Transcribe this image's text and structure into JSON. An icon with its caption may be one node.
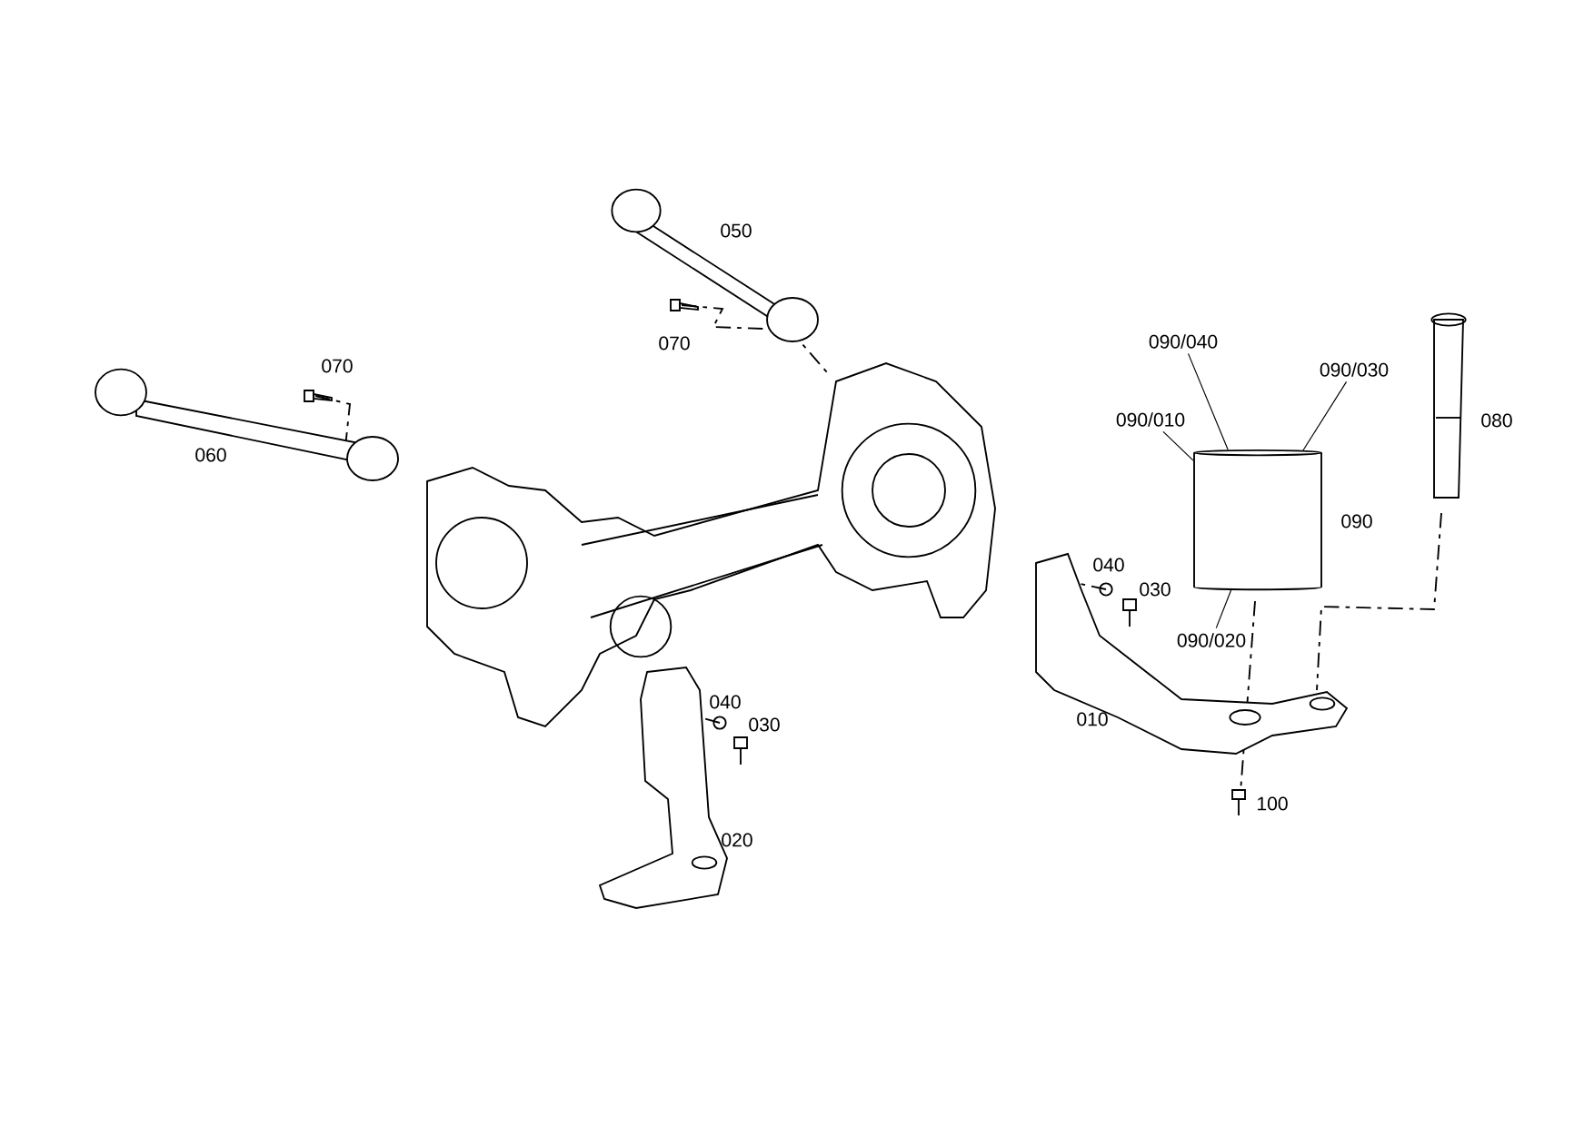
{
  "diagram": {
    "nodes": [
      {
        "text": [
          "090/040"
        ]
      },
      {
        "text": [
          "090/030"
        ]
      },
      {
        "text": [
          "090/010"
        ]
      },
      {
        "text": [],
        "shape": "cylinder"
      },
      {
        "text": [
          "090/020"
        ]
      }
    ],
    "edges": [
      {
        "from": 0,
        "to": 3,
        "arrow": "none"
      },
      {
        "from": 1,
        "to": 3,
        "arrow": "none"
      },
      {
        "from": 2,
        "to": 3,
        "arrow": "none"
      },
      {
        "from": 4,
        "to": 3,
        "arrow": "none"
      }
    ],
    "labels": [
      "050",
      "070",
      "070",
      "060",
      "080",
      "090",
      "040",
      "030",
      "010",
      "040",
      "030",
      "020",
      "100"
    ]
  }
}
